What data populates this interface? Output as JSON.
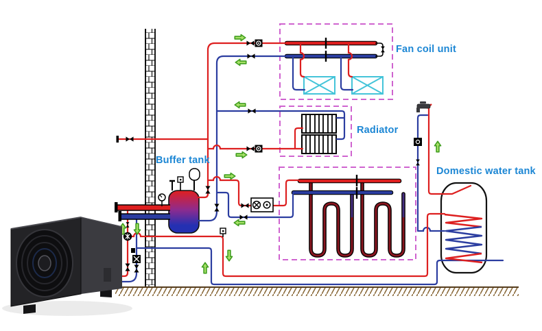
{
  "labels": {
    "buffer_tank": "Buffer tank",
    "fan_coil_unit": "Fan coil unit",
    "radiator": "Radiator",
    "domestic_water_tank": "Domestic water tank"
  },
  "colors": {
    "supply_pipe": "#dd1f1f",
    "return_pipe": "#2b3da0",
    "label_text": "#1b86d4",
    "dashed_box": "#cf63cf",
    "flow_arrow_fill": "#a6e067",
    "flow_arrow_stroke": "#3f9d1e",
    "fan_coil": "#44c4d9",
    "floor_coil": "#8a1620",
    "floor_coil_purple": "#443083",
    "ground_hatch": "#8a6a3a",
    "buffer_tank_top": "#e01f1f",
    "buffer_tank_bottom": "#2430b2",
    "heat_pump_body": "#232326",
    "heat_pump_side": "#3b3b40"
  }
}
